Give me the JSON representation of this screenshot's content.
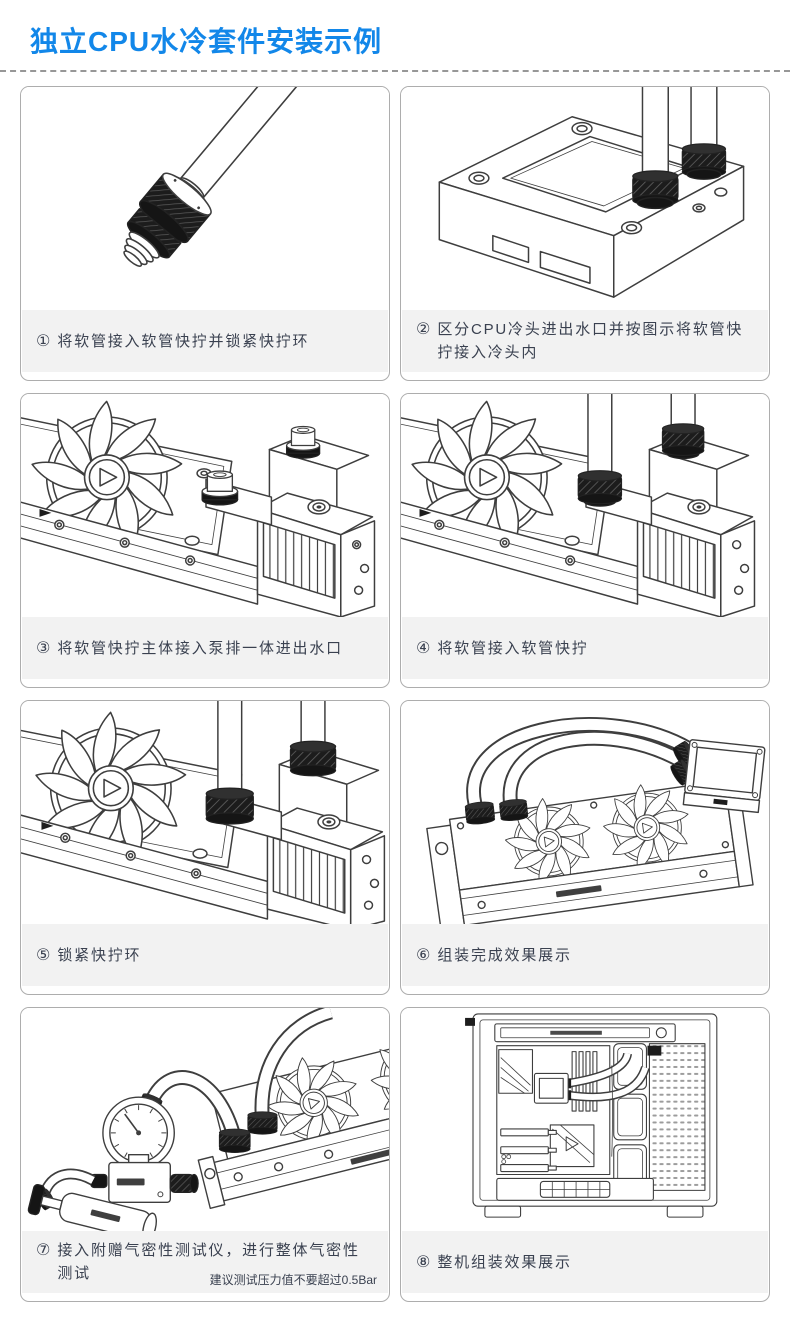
{
  "header": {
    "title": "独立CPU水冷套件安装示例"
  },
  "colors": {
    "accent_blue": "#1287e9",
    "caption_text": "#3a4150",
    "caption_bg": "#f2f2f2",
    "panel_border": "#adadad",
    "line_art": "#3e3e3e",
    "divider": "#979797"
  },
  "panels": [
    {
      "num": "①",
      "caption": "将软管接入软管快拧并锁紧快拧环",
      "illustration": "soft-tube-quick-fitting"
    },
    {
      "num": "②",
      "caption": "区分CPU冷头进出水口并按图示将软管快拧接入冷头内",
      "illustration": "cpu-block-with-two-tubes"
    },
    {
      "num": "③",
      "caption": "将软管快拧主体接入泵排一体进出水口",
      "illustration": "pump-radiator-with-fittings"
    },
    {
      "num": "④",
      "caption": "将软管接入软管快拧",
      "illustration": "tubes-inserted-into-fittings"
    },
    {
      "num": "⑤",
      "caption": "锁紧快拧环",
      "illustration": "lock-rings-tightened"
    },
    {
      "num": "⑥",
      "caption": "组装完成效果展示",
      "illustration": "assembled-kit-overview"
    },
    {
      "num": "⑦",
      "caption": "接入附赠气密性测试仪，进行整体气密性测试",
      "note": "建议测试压力值不要超过0.5Bar",
      "illustration": "air-tightness-tester-connected"
    },
    {
      "num": "⑧",
      "caption": "整机组装效果展示",
      "illustration": "full-pc-build-in-case"
    }
  ]
}
